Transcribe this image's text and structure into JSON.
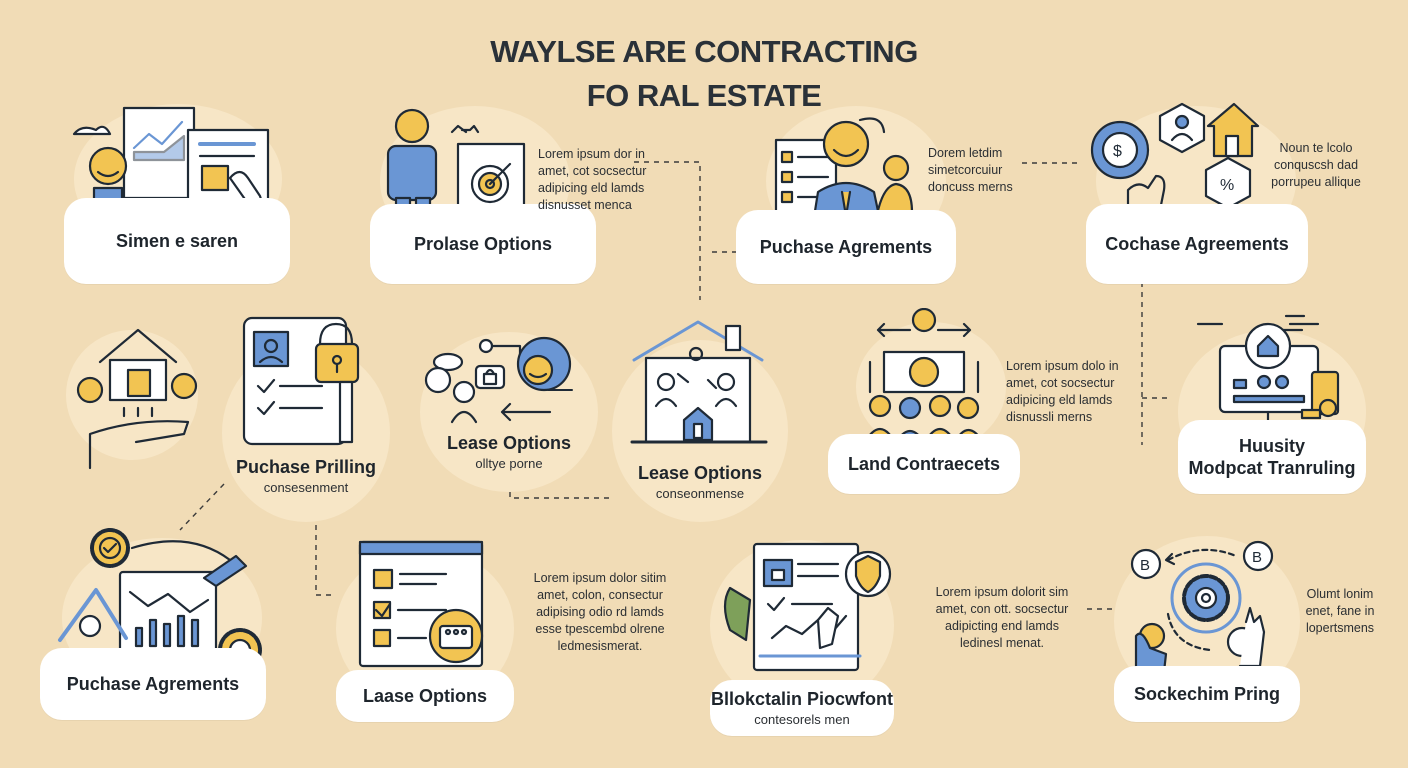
{
  "title": {
    "line1": "WAYLSE ARE CONTRACTING",
    "line2": "FO RAL ESTATE"
  },
  "cards": [
    {
      "label": "Simen e saren",
      "icon": "presenter-with-documents-icon"
    },
    {
      "label": "Prolase Options",
      "icon": "person-with-target-document-icon"
    },
    {
      "label": "Puchase Agrements",
      "icon": "agents-with-checklist-icon"
    },
    {
      "label": "Cochase Agreements",
      "icon": "house-handshake-hexagon-icon"
    },
    {
      "label": "Puchase Prilling",
      "sub": "consesenment",
      "icon": "locked-document-icon"
    },
    {
      "label": "Lease Options",
      "sub": "olltye porne",
      "icon": "people-chat-exchange-icon"
    },
    {
      "label": "Lease Options",
      "sub": "conseonmense",
      "icon": "house-with-people-icon"
    },
    {
      "label": "Land Contraecets",
      "icon": "people-with-money-icon"
    },
    {
      "label": "Huusity",
      "label2": "Modpcat Tranruling",
      "icon": "computer-home-network-icon"
    },
    {
      "label": "Puchase Agrements",
      "icon": "analytics-gears-icon"
    },
    {
      "label": "Laase Options",
      "icon": "checklist-form-icon"
    },
    {
      "label": "Bllokctalin Piocwfont",
      "sub": "contesorels men",
      "icon": "contract-shield-icon"
    },
    {
      "label": "Sockechim Pring",
      "icon": "crypto-cycle-icon"
    }
  ],
  "standalone_icon": "hand-holding-house-icon",
  "notes": [
    {
      "lines": [
        "Lorem ipsum dor in",
        "amet, cot socsectur",
        "adipicing eld lamds",
        "disnusset menca"
      ]
    },
    {
      "lines": [
        "Dorem letdim",
        "simetcorcuiur",
        "doncuss merns"
      ]
    },
    {
      "lines": [
        "Noun te lcolo",
        "conquscsh dad",
        "porrupeu allique"
      ]
    },
    {
      "lines": [
        "Lorem ipsum dolo in",
        "amet, cot socsectur",
        "adipicing eld lamds",
        "disnussli merns"
      ]
    },
    {
      "lines": [
        "Lorem ipsum dolor sitim",
        "amet, colon, consectur",
        "adipising odio rd lamds",
        "esse tpescembd olrene",
        "ledmesismerat."
      ]
    },
    {
      "lines": [
        "Lorem ipsum dolorit sim",
        "amet, con ott. socsectur",
        "adipicting end lamds",
        "ledinesl menat."
      ]
    },
    {
      "lines": [
        "Olumt lonim",
        "enet, fane in",
        "lopertsmens"
      ]
    }
  ],
  "colors": {
    "background": "#f1dcb6",
    "blue": "#6a96d4",
    "yellow": "#f2c452",
    "outline": "#1f2a36",
    "panel": "#ffffff"
  }
}
